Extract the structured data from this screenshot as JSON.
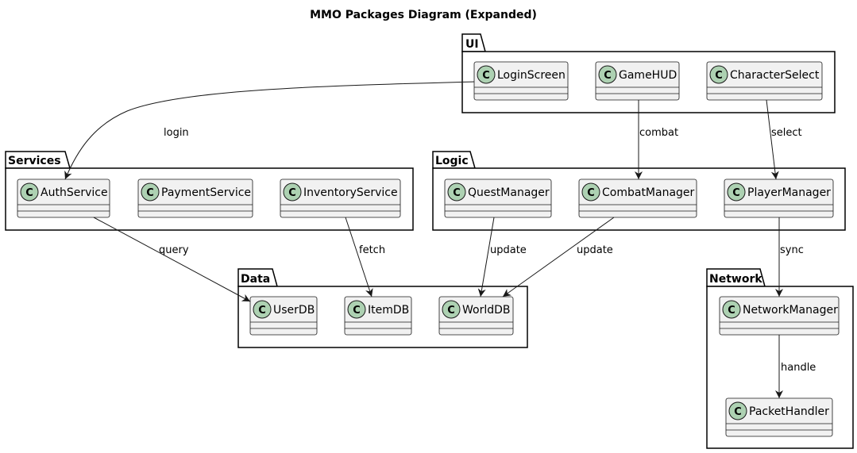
{
  "title": "MMO Packages Diagram (Expanded)",
  "class_marker": "C",
  "packages": {
    "ui": "UI",
    "services": "Services",
    "logic": "Logic",
    "data": "Data",
    "network": "Network"
  },
  "classes": {
    "login_screen": "LoginScreen",
    "game_hud": "GameHUD",
    "character_select": "CharacterSelect",
    "auth_service": "AuthService",
    "payment_service": "PaymentService",
    "inventory_service": "InventoryService",
    "quest_manager": "QuestManager",
    "combat_manager": "CombatManager",
    "player_manager": "PlayerManager",
    "user_db": "UserDB",
    "item_db": "ItemDB",
    "world_db": "WorldDB",
    "network_manager": "NetworkManager",
    "packet_handler": "PacketHandler"
  },
  "edges": {
    "login": "login",
    "combat": "combat",
    "select": "select",
    "query": "query",
    "fetch": "fetch",
    "update_quest": "update",
    "update_combat": "update",
    "sync": "sync",
    "handle": "handle"
  }
}
